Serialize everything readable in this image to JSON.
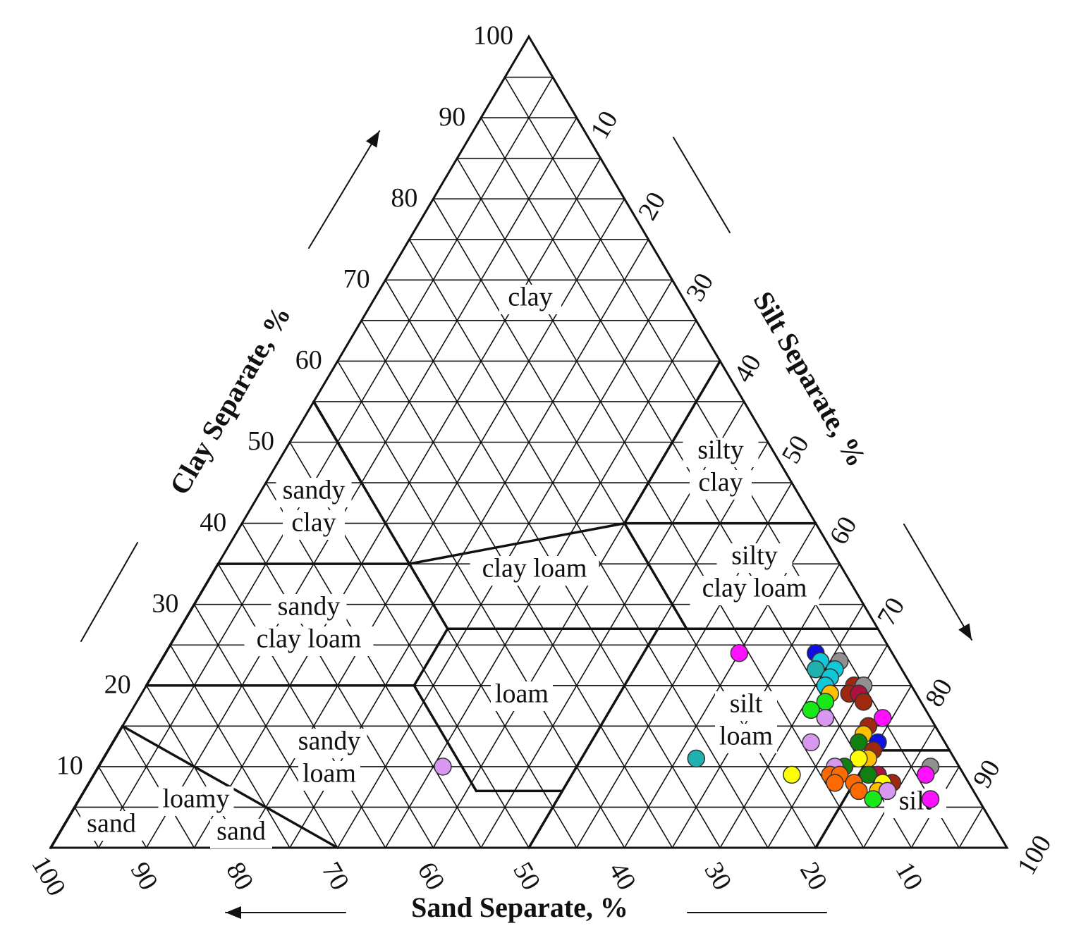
{
  "chart_data": {
    "type": "scatter",
    "subtype": "ternary",
    "axes": {
      "clay": {
        "label": "Clay Separate, %",
        "range": [
          0,
          100
        ]
      },
      "silt": {
        "label": "Silt Separate, %",
        "range": [
          0,
          100
        ]
      },
      "sand": {
        "label": "Sand Separate, %",
        "range": [
          0,
          100
        ]
      }
    },
    "tick_labels": [
      "10",
      "20",
      "30",
      "40",
      "50",
      "60",
      "70",
      "80",
      "90",
      "100"
    ],
    "grid": true,
    "regions": [
      {
        "name": "clay",
        "lines": [
          "clay"
        ]
      },
      {
        "name": "sandy clay",
        "lines": [
          "sandy",
          "clay"
        ]
      },
      {
        "name": "silty clay",
        "lines": [
          "silty",
          "clay"
        ]
      },
      {
        "name": "clay loam",
        "lines": [
          "clay loam"
        ]
      },
      {
        "name": "silty clay loam",
        "lines": [
          "silty",
          "clay loam"
        ]
      },
      {
        "name": "sandy clay loam",
        "lines": [
          "sandy",
          "clay loam"
        ]
      },
      {
        "name": "loam",
        "lines": [
          "loam"
        ]
      },
      {
        "name": "silt loam",
        "lines": [
          "silt",
          "loam"
        ]
      },
      {
        "name": "sandy loam",
        "lines": [
          "sandy",
          "loam"
        ]
      },
      {
        "name": "silt",
        "lines": [
          "silt"
        ]
      },
      {
        "name": "loamy sand",
        "lines": [
          "loamy",
          "sand"
        ]
      },
      {
        "name": "sand",
        "lines": [
          "sand"
        ]
      }
    ],
    "colors": {
      "blue": "#1010e0",
      "cyan": "#10c8d8",
      "gray": "#909090",
      "brown": "#a02810",
      "orange": "#ff6a00",
      "gold": "#ffc000",
      "yellow": "#ffff00",
      "green": "#18e818",
      "darkgreen": "#108010",
      "magenta": "#ff10ff",
      "violet": "#d898f0",
      "crimson": "#b01040",
      "teal": "#20b0b0"
    },
    "points": [
      {
        "sand": 8,
        "clay": 24,
        "color": "blue"
      },
      {
        "sand": 8,
        "clay": 23,
        "color": "cyan"
      },
      {
        "sand": 6,
        "clay": 23,
        "color": "gray"
      },
      {
        "sand": 9,
        "clay": 22,
        "color": "teal"
      },
      {
        "sand": 7,
        "clay": 22,
        "color": "cyan"
      },
      {
        "sand": 8,
        "clay": 21,
        "color": "cyan"
      },
      {
        "sand": 9,
        "clay": 20,
        "color": "cyan"
      },
      {
        "sand": 6,
        "clay": 20,
        "color": "brown"
      },
      {
        "sand": 5,
        "clay": 20,
        "color": "gray"
      },
      {
        "sand": 7,
        "clay": 19,
        "color": "brown"
      },
      {
        "sand": 6,
        "clay": 19,
        "color": "crimson"
      },
      {
        "sand": 9,
        "clay": 19,
        "color": "gold"
      },
      {
        "sand": 6,
        "clay": 18,
        "color": "brown"
      },
      {
        "sand": 10,
        "clay": 18,
        "color": "green"
      },
      {
        "sand": 12,
        "clay": 17,
        "color": "green"
      },
      {
        "sand": 11,
        "clay": 16,
        "color": "violet"
      },
      {
        "sand": 5,
        "clay": 16,
        "color": "magenta"
      },
      {
        "sand": 7,
        "clay": 15,
        "color": "brown"
      },
      {
        "sand": 8,
        "clay": 14,
        "color": "gold"
      },
      {
        "sand": 7,
        "clay": 13,
        "color": "blue"
      },
      {
        "sand": 9,
        "clay": 13,
        "color": "darkgreen"
      },
      {
        "sand": 8,
        "clay": 12,
        "color": "brown"
      },
      {
        "sand": 14,
        "clay": 13,
        "color": "violet"
      },
      {
        "sand": 9,
        "clay": 11,
        "color": "gold"
      },
      {
        "sand": 10,
        "clay": 11,
        "color": "yellow"
      },
      {
        "sand": 3,
        "clay": 10,
        "color": "gray"
      },
      {
        "sand": 12,
        "clay": 10,
        "color": "darkgreen"
      },
      {
        "sand": 13,
        "clay": 10,
        "color": "violet"
      },
      {
        "sand": 9,
        "clay": 9,
        "color": "crimson"
      },
      {
        "sand": 10,
        "clay": 9,
        "color": "darkgreen"
      },
      {
        "sand": 8,
        "clay": 8,
        "color": "brown"
      },
      {
        "sand": 14,
        "clay": 9,
        "color": "orange"
      },
      {
        "sand": 13,
        "clay": 9,
        "color": "orange"
      },
      {
        "sand": 12,
        "clay": 8,
        "color": "orange"
      },
      {
        "sand": 14,
        "clay": 8,
        "color": "orange"
      },
      {
        "sand": 12,
        "clay": 7,
        "color": "orange"
      },
      {
        "sand": 18,
        "clay": 9,
        "color": "yellow"
      },
      {
        "sand": 9,
        "clay": 8,
        "color": "yellow"
      },
      {
        "sand": 10,
        "clay": 7,
        "color": "gold"
      },
      {
        "sand": 9,
        "clay": 7,
        "color": "violet"
      },
      {
        "sand": 11,
        "clay": 6,
        "color": "green"
      },
      {
        "sand": 4,
        "clay": 9,
        "color": "magenta"
      },
      {
        "sand": 5,
        "clay": 6,
        "color": "magenta"
      },
      {
        "sand": 16,
        "clay": 24,
        "color": "magenta"
      },
      {
        "sand": 27,
        "clay": 11,
        "color": "teal"
      },
      {
        "sand": 54,
        "clay": 10,
        "color": "violet"
      }
    ]
  }
}
